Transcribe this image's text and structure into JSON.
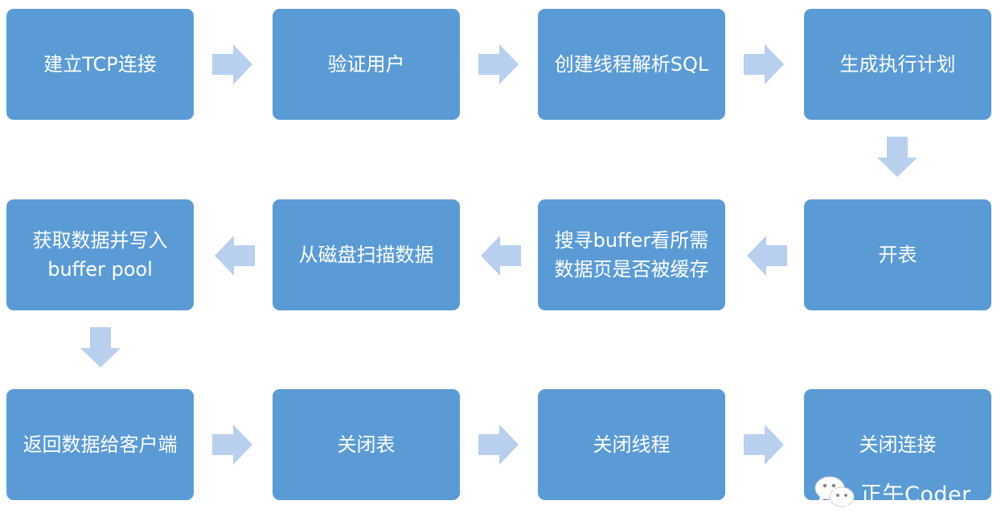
{
  "colors": {
    "box": "#5b9bd5",
    "arrow": "#b9cfee",
    "text": "#ffffff"
  },
  "steps": [
    {
      "label": "建立TCP连接"
    },
    {
      "label": "验证用户"
    },
    {
      "label": "创建线程解析SQL"
    },
    {
      "label": "生成执行计划"
    },
    {
      "label": "开表"
    },
    {
      "label": "搜寻buffer看所需\n数据页是否被缓存"
    },
    {
      "label": "从磁盘扫描数据"
    },
    {
      "label": "获取数据并写入\nbuffer pool"
    },
    {
      "label": "返回数据给客户端"
    },
    {
      "label": "关闭表"
    },
    {
      "label": "关闭线程"
    },
    {
      "label": "关闭连接"
    }
  ],
  "watermark": {
    "icon": "wechat-icon",
    "text": "正午Coder"
  }
}
